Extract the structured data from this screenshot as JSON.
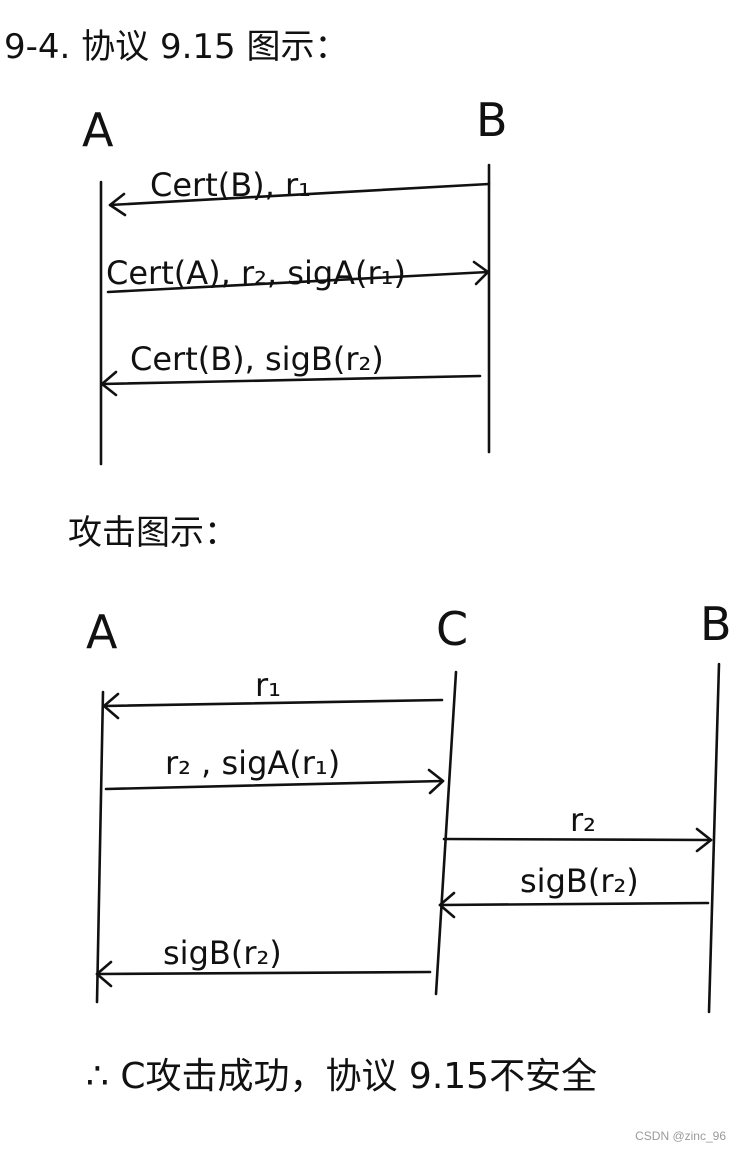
{
  "heading": "9-4. 协议 9.15 图示：",
  "protocol": {
    "parties": [
      "A",
      "B"
    ],
    "messages": [
      {
        "text": "Cert(B), r₁",
        "direction": "B→A"
      },
      {
        "text": "Cert(A), r₂, sigA(r₁)",
        "direction": "A→B"
      },
      {
        "text": "Cert(B), sigB(r₂)",
        "direction": "B→A"
      }
    ]
  },
  "attack_heading": "攻击图示：",
  "attack": {
    "parties": [
      "A",
      "C",
      "B"
    ],
    "messages": [
      {
        "text": "r₁",
        "direction": "C→A"
      },
      {
        "text": "r₂ , sigA(r₁)",
        "direction": "A→C"
      },
      {
        "text": "r₂",
        "direction": "C→B"
      },
      {
        "text": "sigB(r₂)",
        "direction": "B→C"
      },
      {
        "text": "sigB(r₂)",
        "direction": "C→A"
      }
    ]
  },
  "conclusion": "∴ C攻击成功，协议 9.15不安全",
  "watermark": "CSDN @zinc_96"
}
